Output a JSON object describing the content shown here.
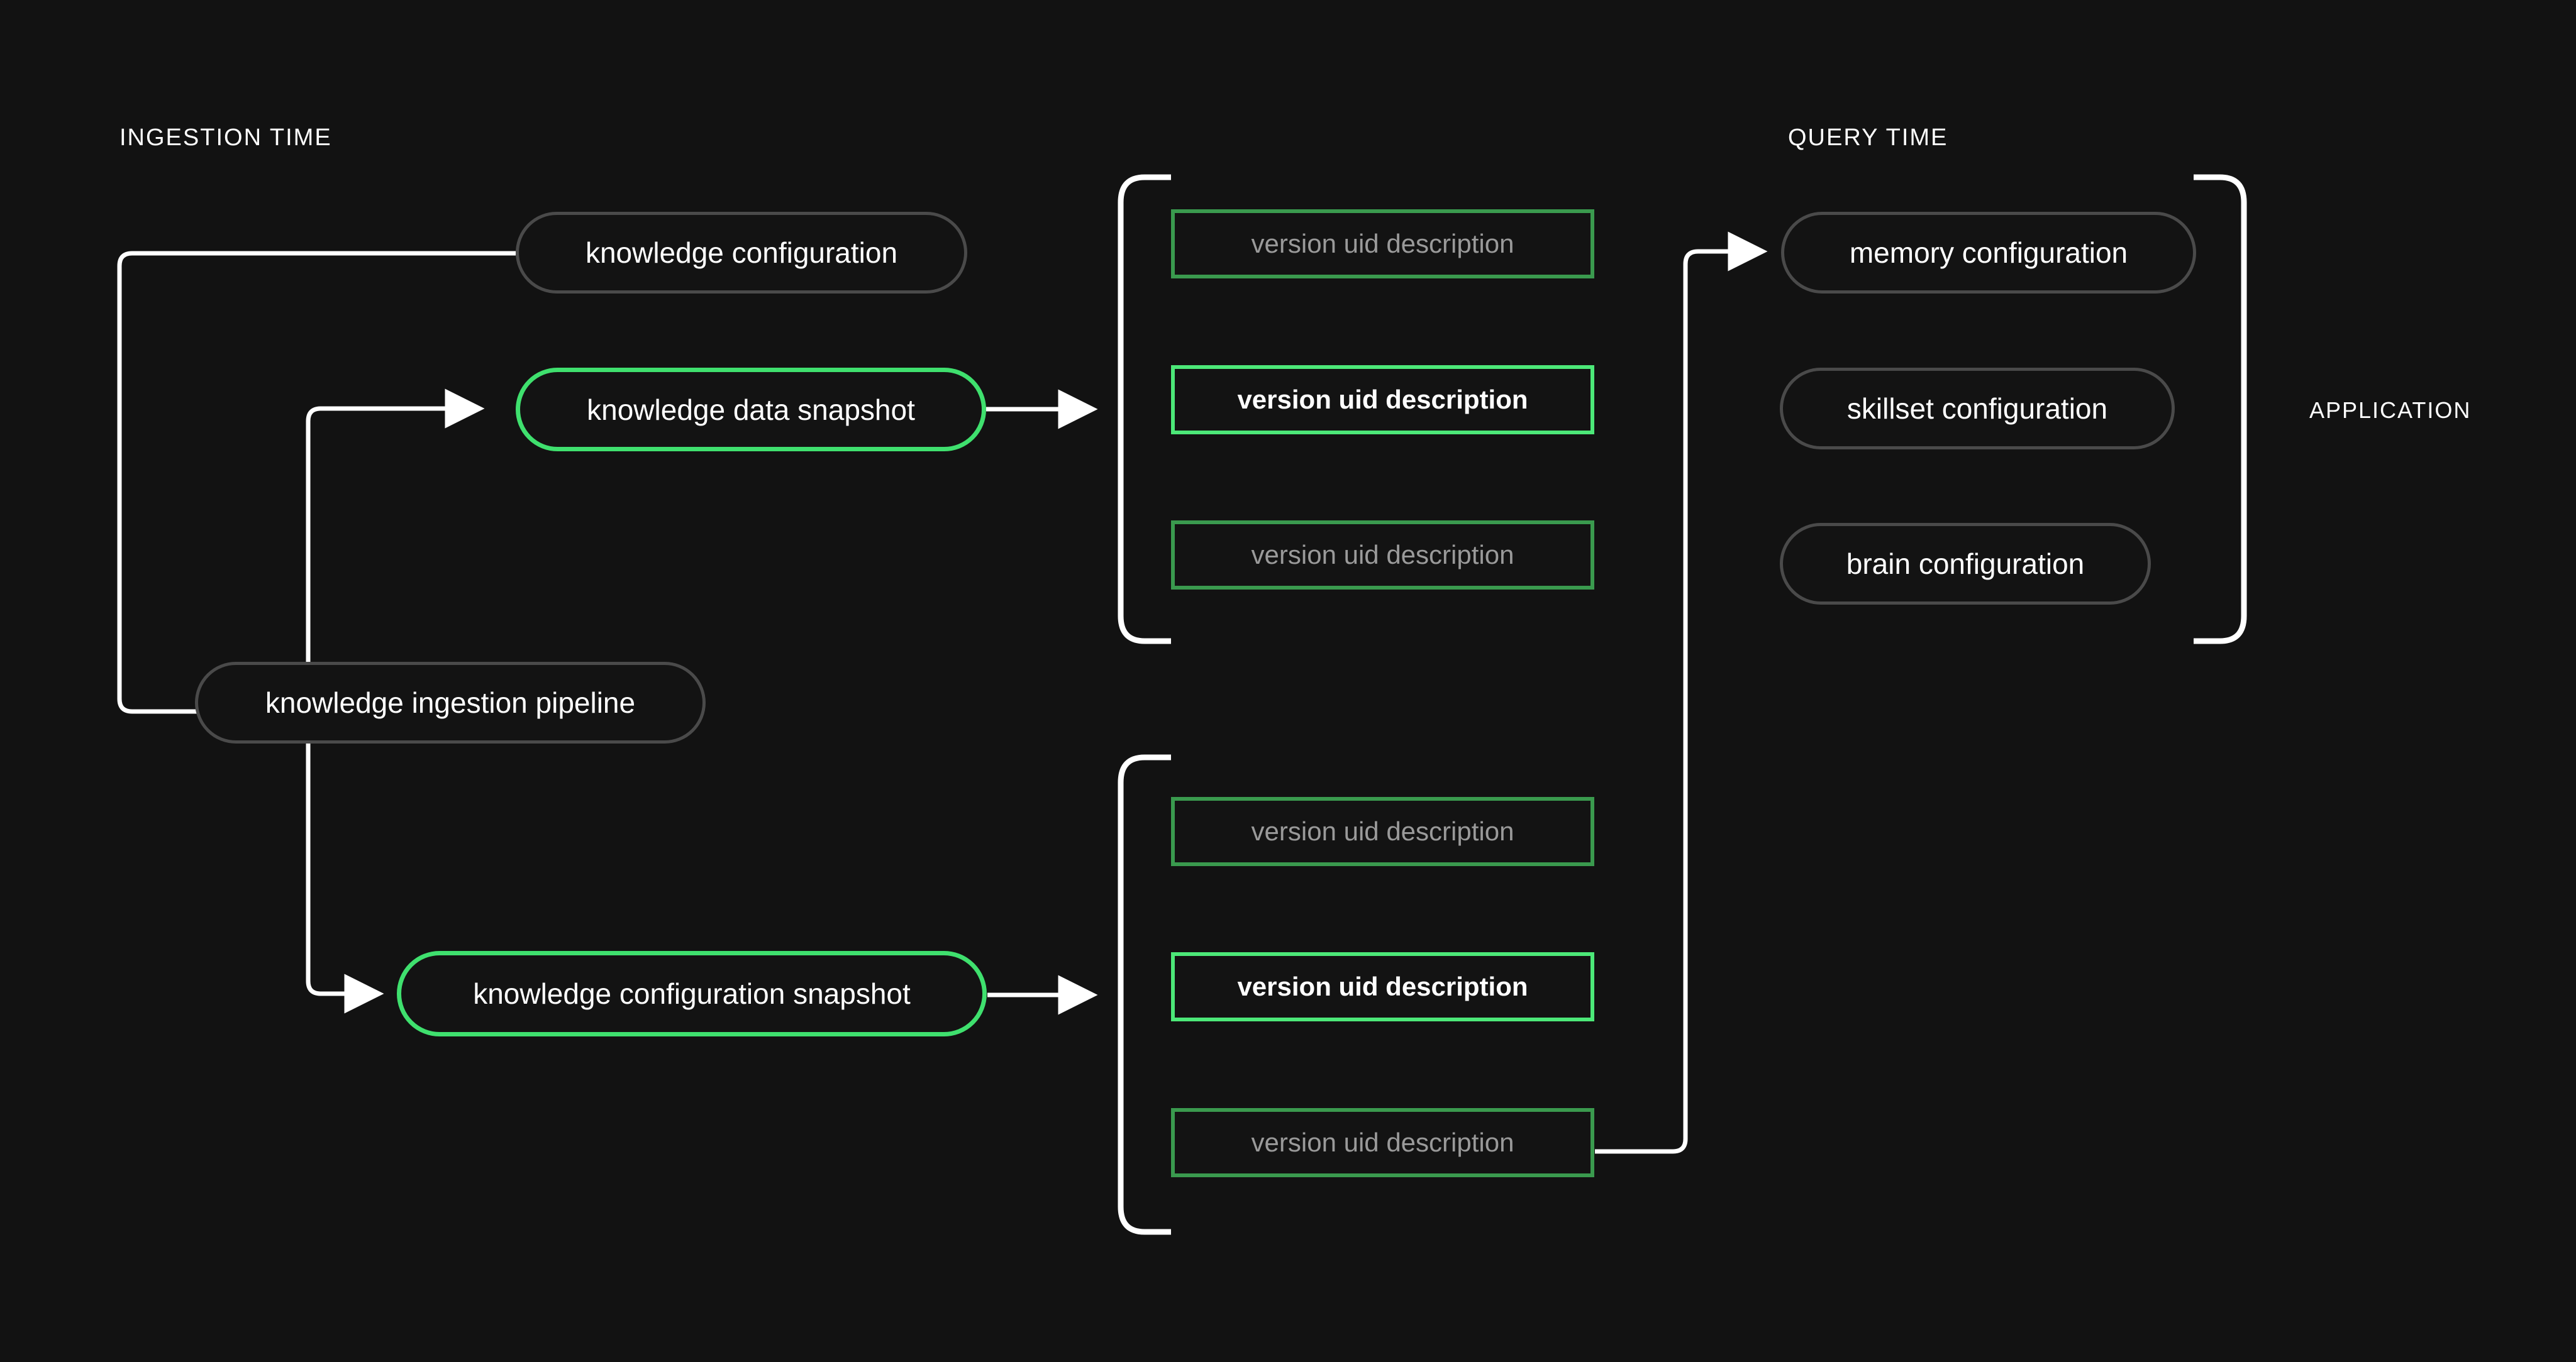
{
  "diagram": {
    "title": "Knowledge versioning: ingestion time to query time",
    "background_color": "#121212",
    "accent_color": "#3fe06e",
    "accent_dim_color": "#3a9a4e",
    "neutral_border_color": "#4a4a4a",
    "muted_text_color": "#9a9a9a",
    "wire_color": "#ffffff"
  },
  "labels": {
    "ingestion_time": "INGESTION TIME",
    "query_time": "QUERY TIME",
    "application": "APPLICATION"
  },
  "ingestion_nodes": [
    {
      "id": "knowledge-configuration",
      "label": "knowledge configuration",
      "style": "neutral"
    },
    {
      "id": "knowledge-data-snapshot",
      "label": "knowledge data snapshot",
      "style": "accent"
    },
    {
      "id": "knowledge-ingestion-pipeline",
      "label": "knowledge ingestion pipeline",
      "style": "neutral"
    },
    {
      "id": "knowledge-configuration-snapshot",
      "label": "knowledge configuration snapshot",
      "style": "accent"
    }
  ],
  "version_groups": [
    {
      "id": "data-snapshot-versions",
      "source": "knowledge data snapshot",
      "items": [
        {
          "label": "version uid description",
          "state": "inactive"
        },
        {
          "label": "version uid description",
          "state": "active"
        },
        {
          "label": "version uid description",
          "state": "inactive"
        }
      ]
    },
    {
      "id": "configuration-snapshot-versions",
      "source": "knowledge configuration snapshot",
      "items": [
        {
          "label": "version uid description",
          "state": "inactive"
        },
        {
          "label": "version uid description",
          "state": "active"
        },
        {
          "label": "version uid description",
          "state": "inactive"
        }
      ]
    }
  ],
  "application_nodes": [
    {
      "id": "memory-configuration",
      "label": "memory configuration",
      "style": "neutral"
    },
    {
      "id": "skillset-configuration",
      "label": "skillset configuration",
      "style": "neutral"
    },
    {
      "id": "brain-configuration",
      "label": "brain configuration",
      "style": "neutral"
    }
  ]
}
